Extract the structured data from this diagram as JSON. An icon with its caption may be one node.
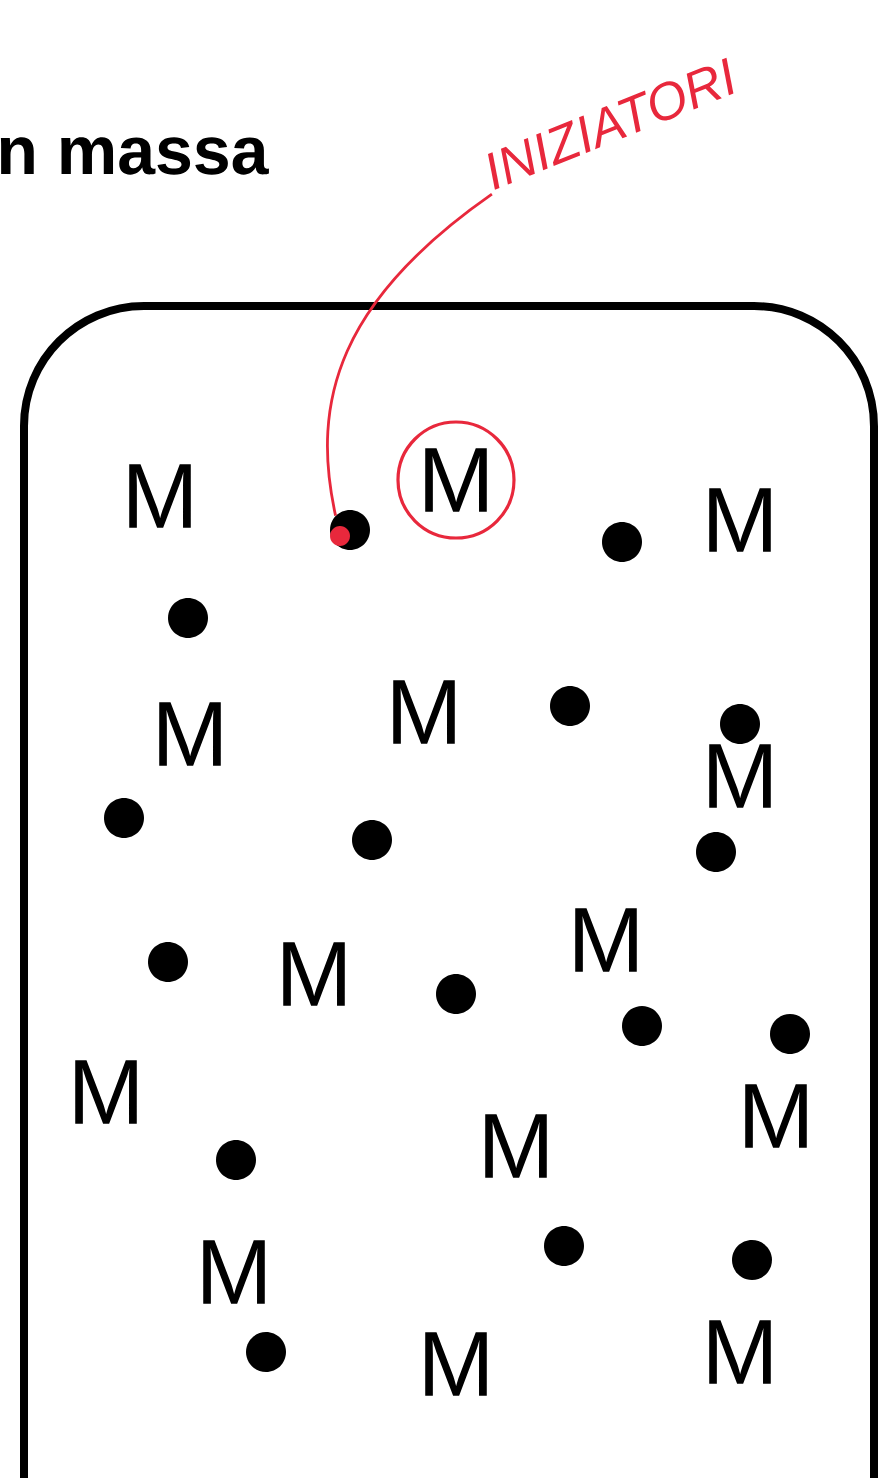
{
  "diagram": {
    "title": "n massa",
    "nodes": [
      {
        "text": [
          "INIZIATORI"
        ]
      },
      {
        "text": [],
        "shape": "box"
      },
      {
        "text": [],
        "shape": "circle",
        "in": 1
      },
      {
        "text": [
          "M"
        ],
        "in": 1
      },
      {
        "text": [],
        "shape": "circle",
        "in": 1
      },
      {
        "text": [],
        "shape": "circle",
        "in": 1
      },
      {
        "text": [],
        "shape": "circle",
        "in": 1
      },
      {
        "text": [],
        "shape": "circle",
        "in": 1
      },
      {
        "text": [],
        "shape": "circle",
        "in": 1
      },
      {
        "text": [],
        "shape": "circle",
        "in": 1
      },
      {
        "text": [],
        "shape": "circle",
        "in": 1
      },
      {
        "text": [],
        "shape": "circle",
        "in": 1
      },
      {
        "text": [],
        "shape": "circle",
        "in": 1
      },
      {
        "text": [],
        "shape": "circle",
        "in": 1
      },
      {
        "text": [],
        "shape": "circle",
        "in": 1
      },
      {
        "text": [],
        "shape": "circle",
        "in": 1
      },
      {
        "text": [],
        "shape": "circle",
        "in": 1
      },
      {
        "text": [],
        "shape": "circle",
        "in": 1
      },
      {
        "text": [],
        "shape": "circle",
        "in": 1
      }
    ],
    "edges": [
      {
        "from": 0,
        "to": 2,
        "arrow": "none",
        "color": "#e8283c"
      }
    ],
    "labels": [
      "M",
      "M",
      "M",
      "M",
      "M",
      "M",
      "M",
      "M",
      "M",
      "M",
      "M",
      "M",
      "M"
    ]
  }
}
